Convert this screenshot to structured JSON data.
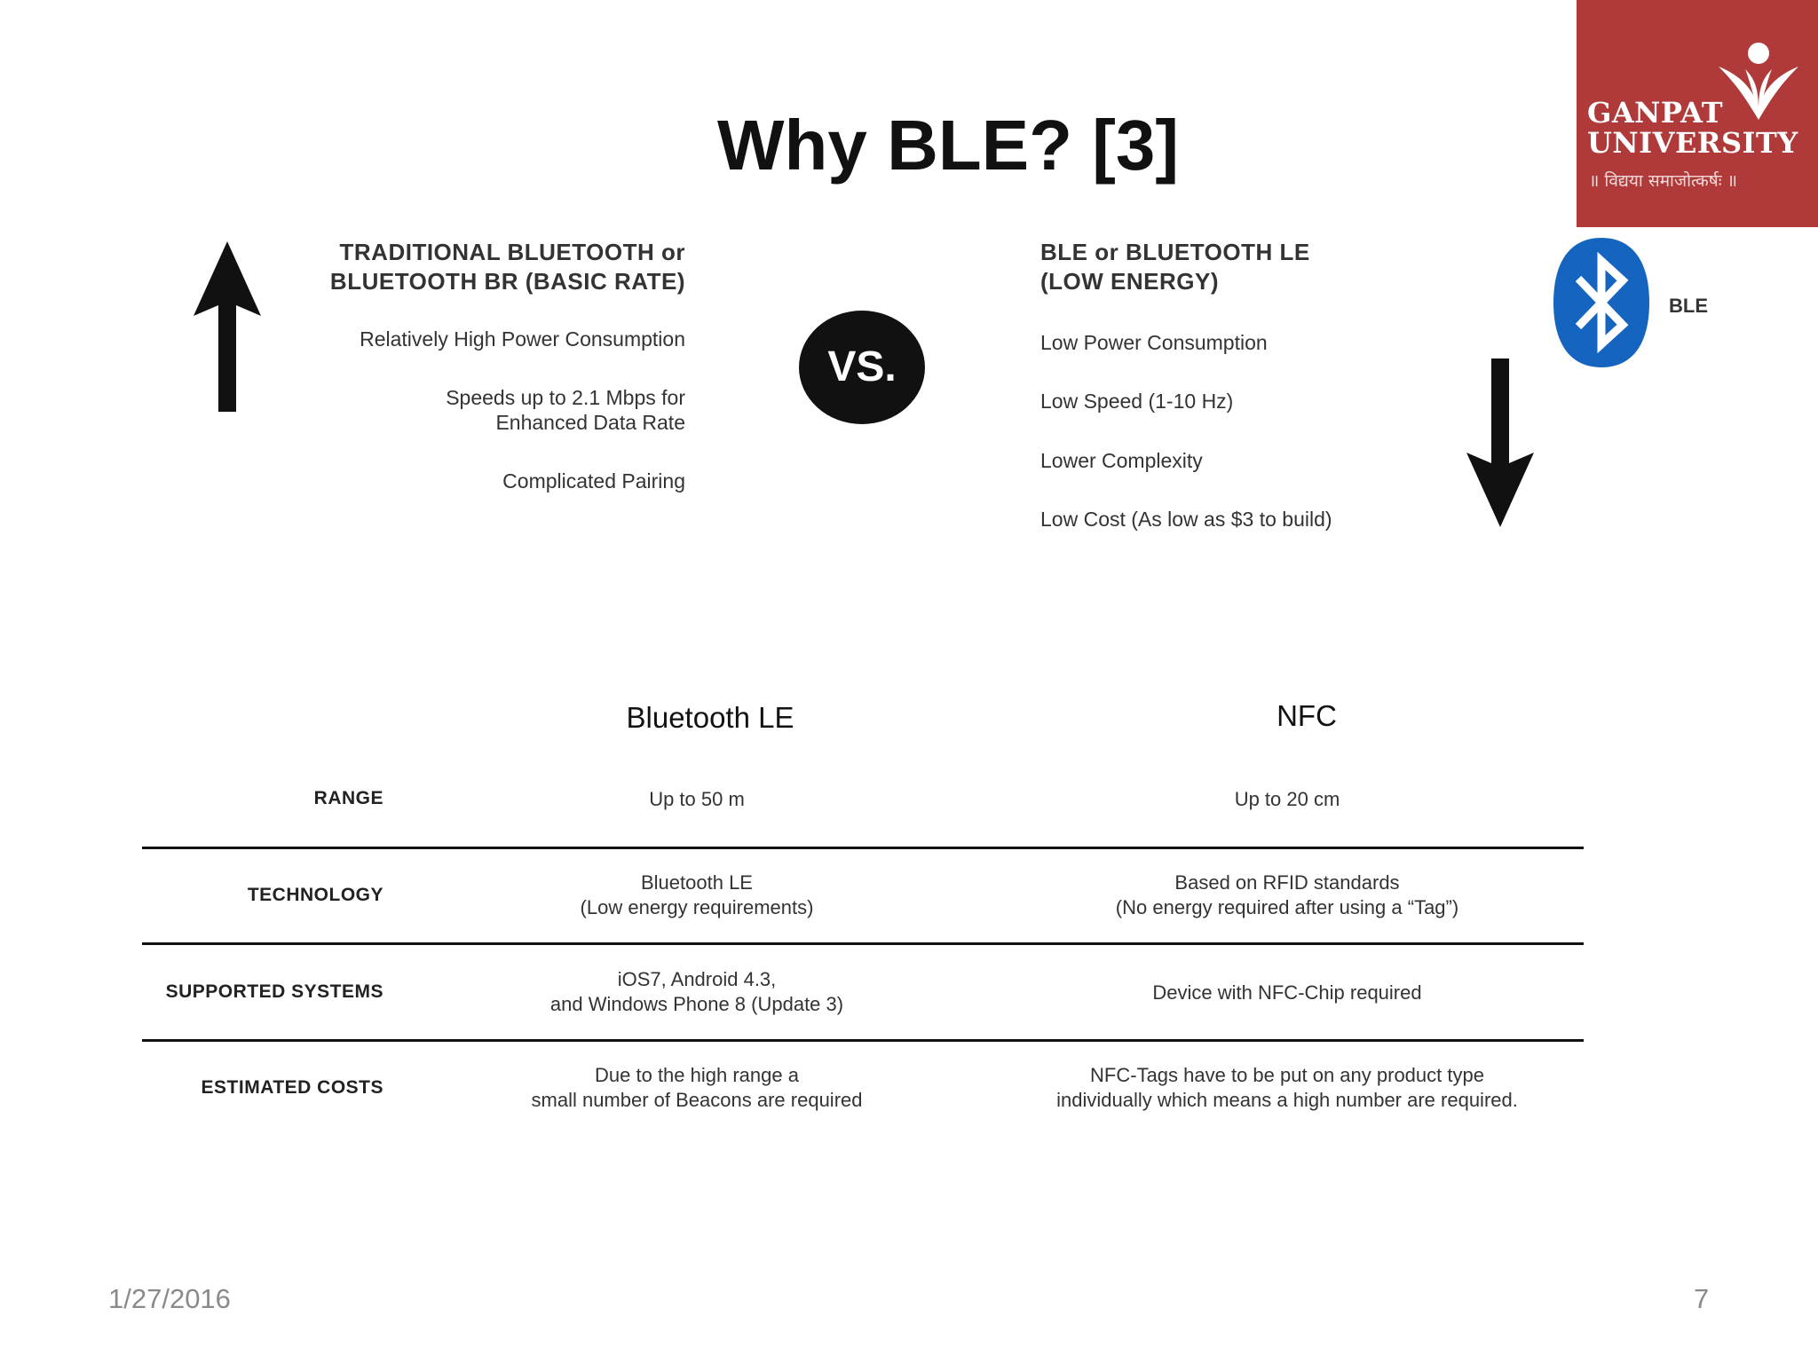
{
  "title": "Why BLE? [3]",
  "logo": {
    "line1": "GANPAT",
    "line2": "UNIVERSITY",
    "motto": "॥ विद्यया समाजोत्कर्षः ॥"
  },
  "comparison": {
    "left": {
      "heading": [
        "TRADITIONAL BLUETOOTH or",
        "BLUETOOTH BR (BASIC RATE)"
      ],
      "items": [
        "Relatively High Power Consumption",
        "Speeds up to 2.1 Mbps for",
        "Enhanced Data Rate",
        "Complicated Pairing"
      ]
    },
    "vs": "VS.",
    "right": {
      "heading": [
        "BLE or BLUETOOTH LE",
        "(LOW ENERGY)"
      ],
      "items": [
        "Low Power Consumption",
        "Low Speed (1-10 Hz)",
        "Lower Complexity",
        "Low Cost (As low as $3 to build)"
      ],
      "badge": "BLE"
    }
  },
  "table": {
    "columns": [
      "Bluetooth LE",
      "NFC"
    ],
    "rows": [
      {
        "label": "RANGE",
        "ble": [
          "Up to 50 m"
        ],
        "nfc": [
          "Up to 20 cm"
        ]
      },
      {
        "label": "TECHNOLOGY",
        "ble": [
          "Bluetooth LE",
          "(Low energy requirements)"
        ],
        "nfc": [
          "Based on RFID standards",
          "(No energy required after using a “Tag”)"
        ]
      },
      {
        "label": "SUPPORTED SYSTEMS",
        "ble": [
          "iOS7, Android 4.3,",
          "and Windows Phone 8 (Update 3)"
        ],
        "nfc": [
          "Device with NFC-Chip required"
        ]
      },
      {
        "label": "ESTIMATED COSTS",
        "ble": [
          "Due to the high range a",
          "small number of Beacons are required"
        ],
        "nfc": [
          "NFC-Tags have to be put on any product type",
          "individually which means a high number are required."
        ]
      }
    ]
  },
  "footer": {
    "date": "1/27/2016",
    "page": "7"
  },
  "colors": {
    "logo_bg": "#b03a3a",
    "bluetooth_blue": "#1565c0"
  }
}
